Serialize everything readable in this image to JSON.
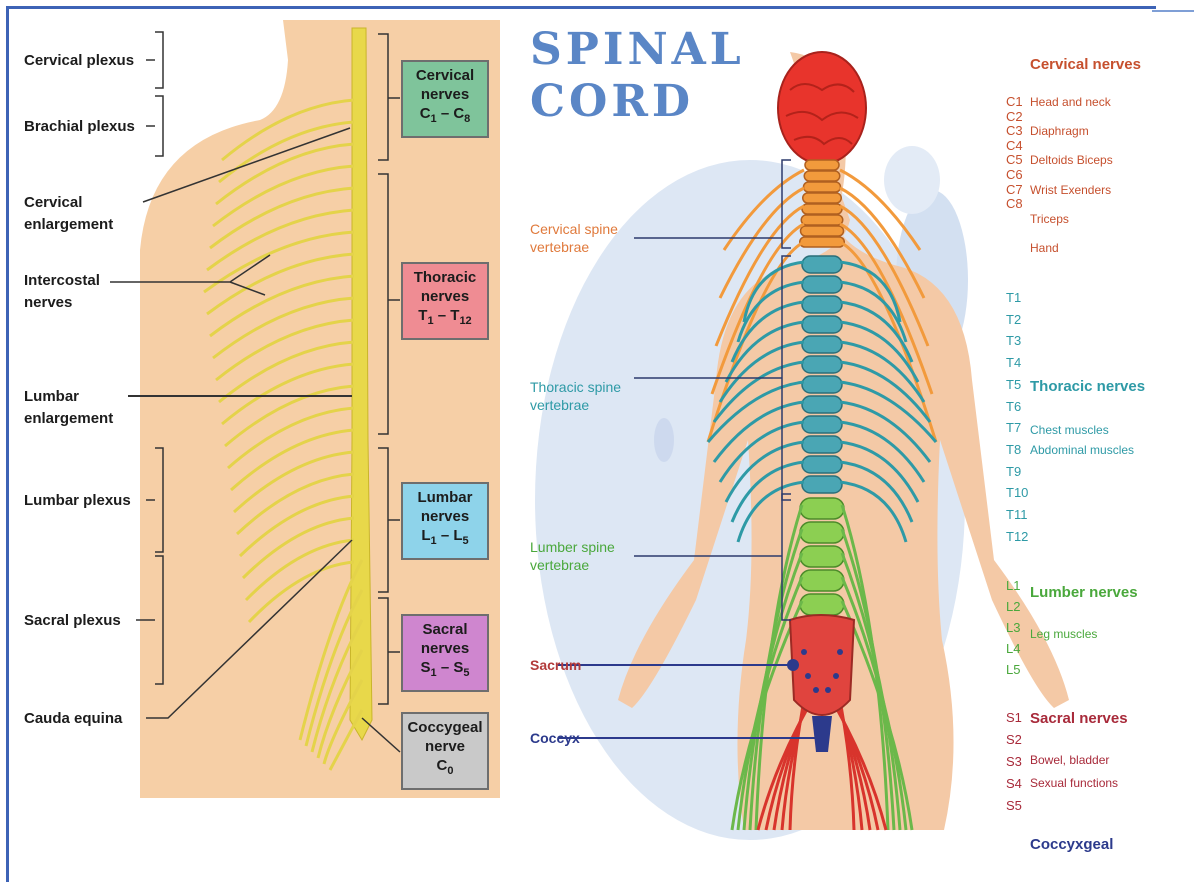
{
  "left_panel": {
    "side_labels": [
      {
        "id": "cervical-plexus",
        "text": "Cervical plexus"
      },
      {
        "id": "brachial-plexus",
        "text": "Brachial plexus"
      },
      {
        "id": "cervical-enlargement",
        "text": "Cervical\nenlargement"
      },
      {
        "id": "intercostal-nerves",
        "text": "Intercostal\nnerves"
      },
      {
        "id": "lumbar-enlargement",
        "text": "Lumbar\nenlargement"
      },
      {
        "id": "lumbar-plexus",
        "text": "Lumbar plexus"
      },
      {
        "id": "sacral-plexus",
        "text": "Sacral plexus"
      },
      {
        "id": "cauda-equina",
        "text": "Cauda equina"
      }
    ],
    "nerve_boxes": [
      {
        "id": "cervical",
        "line1": "Cervical",
        "line2": "nerves",
        "line3a": "C",
        "sub3a": "1",
        "line3b": " – C",
        "sub3b": "8",
        "color": "#7fc49b"
      },
      {
        "id": "thoracic",
        "line1": "Thoracic",
        "line2": "nerves",
        "line3a": "T",
        "sub3a": "1",
        "line3b": " – T",
        "sub3b": "12",
        "color": "#ef8c93"
      },
      {
        "id": "lumbar",
        "line1": "Lumbar",
        "line2": "nerves",
        "line3a": "L",
        "sub3a": "1",
        "line3b": " – L",
        "sub3b": "5",
        "color": "#8ed3ea"
      },
      {
        "id": "sacral",
        "line1": "Sacral",
        "line2": "nerves",
        "line3a": "S",
        "sub3a": "1",
        "line3b": " – S",
        "sub3b": "5",
        "color": "#cf86cf"
      },
      {
        "id": "coccygeal",
        "line1": "Coccygeal",
        "line2": "nerve",
        "line3a": "C",
        "sub3a": "0",
        "line3b": "",
        "sub3b": "",
        "color": "#c9c9c9"
      }
    ]
  },
  "right_panel": {
    "title_line1": "SPINAL",
    "title_line2": "CORD",
    "vertebrae_labels": [
      {
        "id": "cervical-spine",
        "text": "Cervical spine\nvertebrae",
        "color": "#e07a3c"
      },
      {
        "id": "thoracic-spine",
        "text": "Thoracic spine\nvertebrae",
        "color": "#2e9aa6"
      },
      {
        "id": "lumber-spine",
        "text": "Lumber spine\nvertebrae",
        "color": "#4aa83c"
      },
      {
        "id": "sacrum",
        "text": "Sacrum",
        "color": "#b23a3a"
      },
      {
        "id": "coccyx",
        "text": "Coccyx",
        "color": "#2c3a8c"
      }
    ],
    "groups": [
      {
        "id": "cervical",
        "title": "Cervical nerves",
        "color": "#c6502e",
        "codes": [
          "C1",
          "C2",
          "C3",
          "C4",
          "C5",
          "C6",
          "C7",
          "C8"
        ],
        "descs": [
          "Head and neck",
          "Diaphragm",
          "Deltoids Biceps",
          "Wrist Exenders",
          "Triceps",
          "Hand"
        ]
      },
      {
        "id": "thoracic",
        "title": "Thoracic nerves",
        "color": "#2e9aa6",
        "codes": [
          "T1",
          "T2",
          "T3",
          "T4",
          "T5",
          "T6",
          "T7",
          "T8",
          "T9",
          "T10",
          "T11",
          "T12"
        ],
        "descs": [
          "Chest muscles",
          "Abdominal muscles"
        ]
      },
      {
        "id": "lumber",
        "title": "Lumber nerves",
        "color": "#4aa83c",
        "codes": [
          "L1",
          "L2",
          "L3",
          "L4",
          "L5"
        ],
        "descs": [
          "Leg muscles"
        ]
      },
      {
        "id": "sacral",
        "title": "Sacral nerves",
        "color": "#a82a3a",
        "codes": [
          "S1",
          "S2",
          "S3",
          "S4",
          "S5"
        ],
        "descs": [
          "Bowel, bladder",
          "Sexual functions"
        ]
      },
      {
        "id": "coccygeal",
        "title": "Coccyxgeal",
        "color": "#2c3a8c",
        "codes": [],
        "descs": []
      }
    ]
  },
  "colors": {
    "frame": "#3d63b6",
    "skin_left": "#f6cfa6",
    "nerve_yellow": "#e8d84a",
    "skin_right": "#f4c9a6",
    "bg_blob": "#dde7f4"
  }
}
